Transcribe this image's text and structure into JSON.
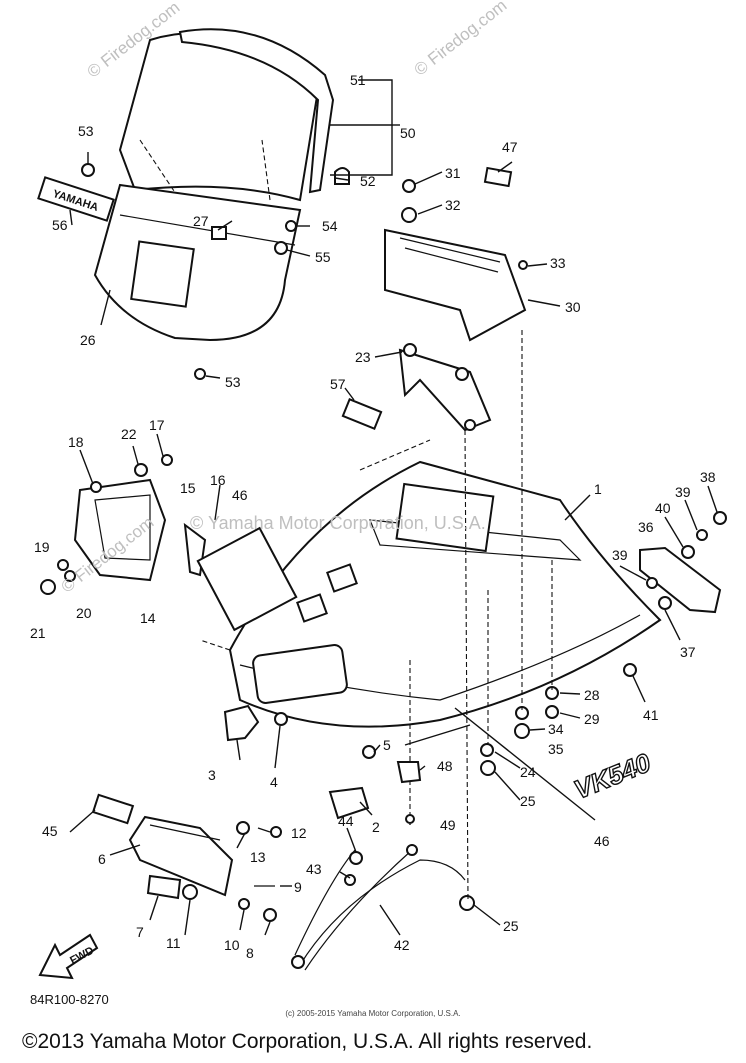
{
  "watermarks": {
    "top_left": "© Firedog.com",
    "top_right": "© Firedog.com",
    "middle_left": "© Firedog.com",
    "middle": "© Yamaha Motor Corporation, U.S.A."
  },
  "decals": {
    "yamaha": "YAMAHA",
    "vk540": "VK540",
    "fwd": "FWD"
  },
  "callouts": [
    {
      "id": "c1",
      "text": "1"
    },
    {
      "id": "c2",
      "text": "2"
    },
    {
      "id": "c3",
      "text": "3"
    },
    {
      "id": "c4",
      "text": "4"
    },
    {
      "id": "c5",
      "text": "5"
    },
    {
      "id": "c6",
      "text": "6"
    },
    {
      "id": "c7",
      "text": "7"
    },
    {
      "id": "c8",
      "text": "8"
    },
    {
      "id": "c9",
      "text": "9"
    },
    {
      "id": "c10",
      "text": "10"
    },
    {
      "id": "c11",
      "text": "11"
    },
    {
      "id": "c12",
      "text": "12"
    },
    {
      "id": "c13",
      "text": "13"
    },
    {
      "id": "c14",
      "text": "14"
    },
    {
      "id": "c15",
      "text": "15"
    },
    {
      "id": "c16",
      "text": "16"
    },
    {
      "id": "c17",
      "text": "17"
    },
    {
      "id": "c18",
      "text": "18"
    },
    {
      "id": "c19",
      "text": "19"
    },
    {
      "id": "c20",
      "text": "20"
    },
    {
      "id": "c21",
      "text": "21"
    },
    {
      "id": "c22",
      "text": "22"
    },
    {
      "id": "c23",
      "text": "23"
    },
    {
      "id": "c24",
      "text": "24"
    },
    {
      "id": "c25a",
      "text": "25"
    },
    {
      "id": "c25b",
      "text": "25"
    },
    {
      "id": "c26",
      "text": "26"
    },
    {
      "id": "c27",
      "text": "27"
    },
    {
      "id": "c28",
      "text": "28"
    },
    {
      "id": "c29",
      "text": "29"
    },
    {
      "id": "c30",
      "text": "30"
    },
    {
      "id": "c31",
      "text": "31"
    },
    {
      "id": "c32",
      "text": "32"
    },
    {
      "id": "c33",
      "text": "33"
    },
    {
      "id": "c34",
      "text": "34"
    },
    {
      "id": "c35",
      "text": "35"
    },
    {
      "id": "c36",
      "text": "36"
    },
    {
      "id": "c37",
      "text": "37"
    },
    {
      "id": "c38",
      "text": "38"
    },
    {
      "id": "c39a",
      "text": "39"
    },
    {
      "id": "c39b",
      "text": "39"
    },
    {
      "id": "c40",
      "text": "40"
    },
    {
      "id": "c41",
      "text": "41"
    },
    {
      "id": "c42",
      "text": "42"
    },
    {
      "id": "c43",
      "text": "43"
    },
    {
      "id": "c44",
      "text": "44"
    },
    {
      "id": "c45",
      "text": "45"
    },
    {
      "id": "c46a",
      "text": "46"
    },
    {
      "id": "c46b",
      "text": "46"
    },
    {
      "id": "c47",
      "text": "47"
    },
    {
      "id": "c48",
      "text": "48"
    },
    {
      "id": "c49",
      "text": "49"
    },
    {
      "id": "c50",
      "text": "50"
    },
    {
      "id": "c51",
      "text": "51"
    },
    {
      "id": "c52",
      "text": "52"
    },
    {
      "id": "c53a",
      "text": "53"
    },
    {
      "id": "c53b",
      "text": "53"
    },
    {
      "id": "c54",
      "text": "54"
    },
    {
      "id": "c55",
      "text": "55"
    },
    {
      "id": "c56",
      "text": "56"
    },
    {
      "id": "c57",
      "text": "57"
    }
  ],
  "diagram_code": "84R100-8270",
  "footer": {
    "small_copyright": "(c) 2005-2015 Yamaha Motor Corporation, U.S.A.",
    "main_copyright": "©2013 Yamaha Motor Corporation, U.S.A. All rights reserved."
  }
}
